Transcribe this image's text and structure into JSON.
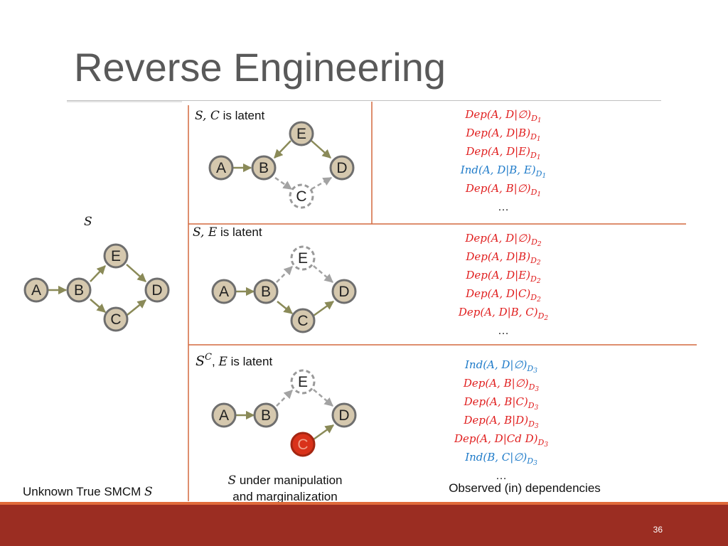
{
  "slide": {
    "title": "Reverse Engineering",
    "page_number": "36"
  },
  "true_graph": {
    "label": "S",
    "nodes": {
      "A": "A",
      "B": "B",
      "C": "C",
      "D": "D",
      "E": "E"
    },
    "caption": "Unknown True SMCM",
    "caption_symbol": "S"
  },
  "graph1": {
    "label_symbols": "S, C",
    "label_text": " is latent",
    "nodes": {
      "A": "A",
      "B": "B",
      "C": "C",
      "D": "D",
      "E": "E"
    }
  },
  "graph2": {
    "label_symbols": "S, E",
    "label_text": " is latent",
    "nodes": {
      "A": "A",
      "B": "B",
      "C": "C",
      "D": "D",
      "E": "E"
    }
  },
  "graph3": {
    "label_symbol": "S",
    "label_sup": "C",
    "label_sep": ",  ",
    "label_latent": "E",
    "label_text": " is latent",
    "nodes": {
      "A": "A",
      "B": "B",
      "C": "C",
      "D": "D",
      "E": "E"
    }
  },
  "middle_caption": {
    "symbol": "S",
    "line1": " under manipulation",
    "line2": "and marginalization"
  },
  "right_caption": "Observed (in) dependencies",
  "deps1": [
    {
      "kind": "dep",
      "text": "Dep(A, D|∅)",
      "sub": "D1"
    },
    {
      "kind": "dep",
      "text": "Dep(A, D|B)",
      "sub": "D1"
    },
    {
      "kind": "dep",
      "text": "Dep(A, D|E)",
      "sub": "D1"
    },
    {
      "kind": "ind",
      "text": "Ind(A, D|B, E)",
      "sub": "D1"
    },
    {
      "kind": "dep",
      "text": "Dep(A, B|∅)",
      "sub": "D1"
    },
    {
      "kind": "ellipsis",
      "text": "…",
      "sub": ""
    }
  ],
  "deps2": [
    {
      "kind": "dep",
      "text": "Dep(A, D|∅)",
      "sub": "D2"
    },
    {
      "kind": "dep",
      "text": "Dep(A, D|B)",
      "sub": "D2"
    },
    {
      "kind": "dep",
      "text": "Dep(A, D|E)",
      "sub": "D2"
    },
    {
      "kind": "dep",
      "text": "Dep(A, D|C)",
      "sub": "D2"
    },
    {
      "kind": "dep",
      "text": "Dep(A, D|B, C)",
      "sub": "D2"
    },
    {
      "kind": "ellipsis",
      "text": "…",
      "sub": ""
    }
  ],
  "deps3": [
    {
      "kind": "ind",
      "text": "Ind(A, D|∅)",
      "sub": "D3"
    },
    {
      "kind": "dep",
      "text": "Dep(A, B|∅)",
      "sub": "D3"
    },
    {
      "kind": "dep",
      "text": "Dep(A, B|C)",
      "sub": "D3"
    },
    {
      "kind": "dep",
      "text": "Dep(A, B|D)",
      "sub": "D3"
    },
    {
      "kind": "dep",
      "text": "Dep(A, D|Cd D)",
      "sub": "D3"
    },
    {
      "kind": "ind",
      "text": "Ind(B, C|∅)",
      "sub": "D3"
    },
    {
      "kind": "ellipsis",
      "text": "…",
      "sub": ""
    }
  ],
  "colors": {
    "dependency": "#e01e1e",
    "independency": "#1f7bc9",
    "divider": "#d4693f",
    "footer": "#9b2d22",
    "node_fill": "#d5c8ae",
    "node_intervened": "#d9321a"
  }
}
